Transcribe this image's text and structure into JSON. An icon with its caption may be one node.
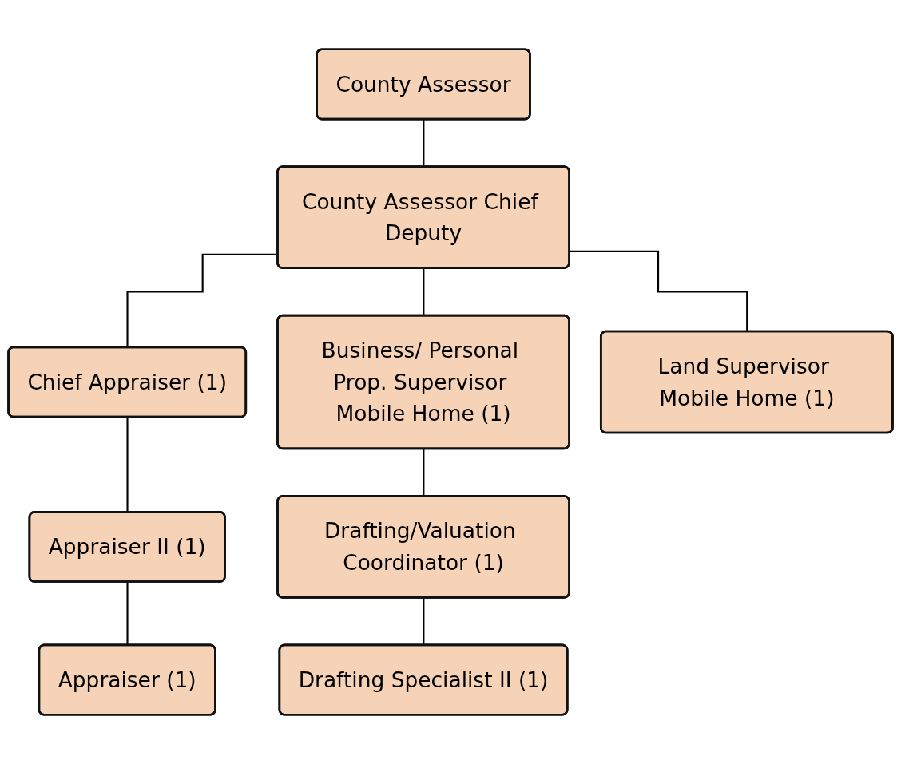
{
  "diagram": {
    "nodes": [
      {
        "text": [
          "County Assessor"
        ]
      },
      {
        "text": [
          "County Assessor Chief Deputy"
        ]
      },
      {
        "text": [
          "Chief Appraiser (1)"
        ]
      },
      {
        "text": [
          "Business/ Personal Prop. Supervisor Mobile Home (1)"
        ]
      },
      {
        "text": [
          "Land Supervisor Mobile Home (1)"
        ]
      },
      {
        "text": [
          "Appraiser II (1)"
        ]
      },
      {
        "text": [
          "Appraiser (1)"
        ]
      },
      {
        "text": [
          "Drafting/Valuation Coordinator (1)"
        ]
      },
      {
        "text": [
          "Drafting Specialist II (1)"
        ]
      }
    ],
    "edges": [
      {
        "from": 0,
        "to": 1,
        "arrow": "none"
      },
      {
        "from": 1,
        "to": 2,
        "arrow": "none"
      },
      {
        "from": 1,
        "to": 3,
        "arrow": "none"
      },
      {
        "from": 1,
        "to": 4,
        "arrow": "none"
      },
      {
        "from": 2,
        "to": 5,
        "arrow": "none"
      },
      {
        "from": 5,
        "to": 6,
        "arrow": "none"
      },
      {
        "from": 3,
        "to": 7,
        "arrow": "none"
      },
      {
        "from": 7,
        "to": 8,
        "arrow": "none"
      }
    ]
  }
}
